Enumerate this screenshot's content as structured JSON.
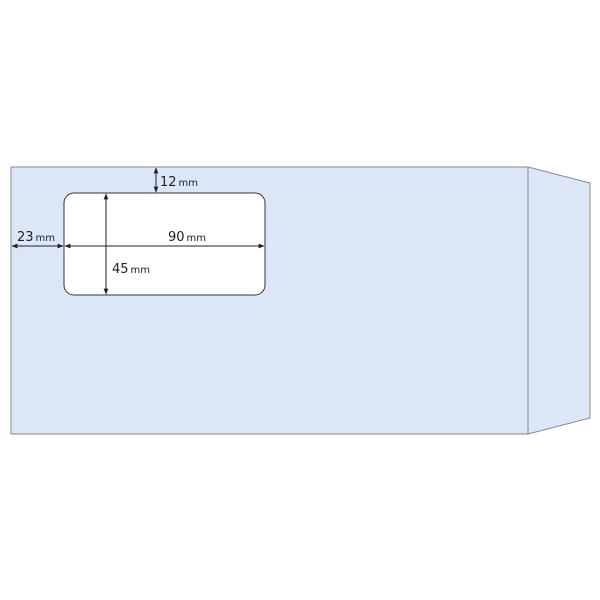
{
  "dimensions": {
    "top_margin": {
      "value": "12",
      "unit": "mm"
    },
    "left_margin": {
      "value": "23",
      "unit": "mm"
    },
    "window_width": {
      "value": "90",
      "unit": "mm"
    },
    "window_height": {
      "value": "45",
      "unit": "mm"
    }
  },
  "colors": {
    "envelope_fill": "#dbe7f6",
    "envelope_stroke": "#8a8a8a",
    "window_fill": "#ffffff",
    "window_stroke": "#333333",
    "dimension_line": "#222222"
  }
}
